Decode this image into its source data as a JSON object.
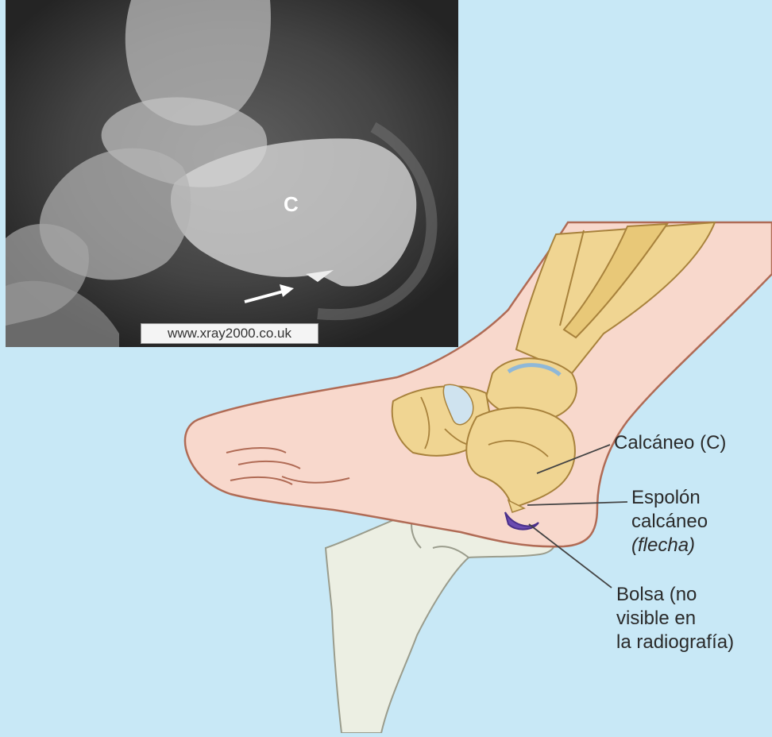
{
  "colors": {
    "background": "#c8e8f6",
    "skin": "#f8d8cc",
    "skin_outline": "#b06b55",
    "bone": "#f0d592",
    "bone_outline": "#a8823c",
    "hand": "#ecefe3",
    "bursa": "#6b4bb0",
    "leader_line": "#444444"
  },
  "xray": {
    "bone_label": "C",
    "credit": "www.xray2000.co.uk"
  },
  "labels": {
    "calcaneus": "Calcáneo (C)",
    "spur_line1": "Espolón",
    "spur_line2": "calcáneo",
    "spur_line3": "(flecha)",
    "bursa_line1": "Bolsa (no",
    "bursa_line2": "visible en",
    "bursa_line3": "la radiografía)"
  }
}
